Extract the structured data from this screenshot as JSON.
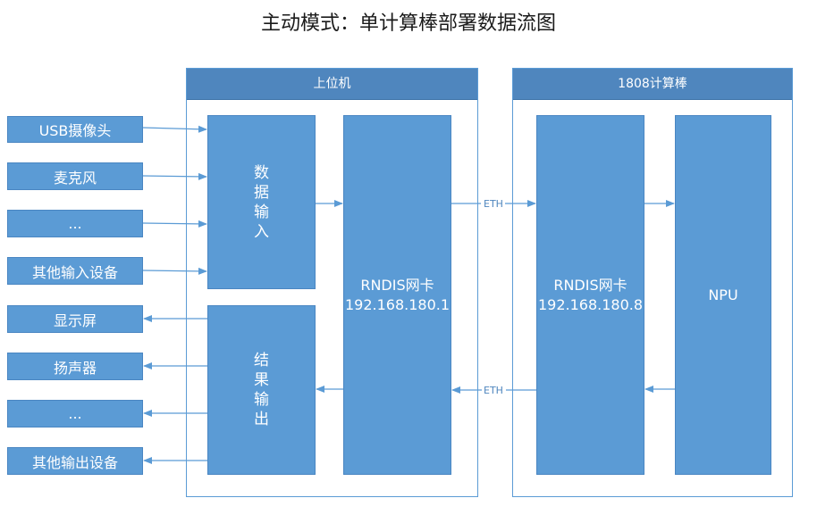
{
  "title": "主动模式：单计算棒部署数据流图",
  "host_panel": {
    "title": "上位机"
  },
  "stick_panel": {
    "title": "1808计算棒"
  },
  "inputs": [
    "USB摄像头",
    "麦克风",
    "...",
    "其他输入设备"
  ],
  "outputs": [
    "显示屏",
    "扬声器",
    "...",
    "其他输出设备"
  ],
  "data_input": [
    "数",
    "据",
    "输",
    "入"
  ],
  "result_output": [
    "结",
    "果",
    "输",
    "出"
  ],
  "host_nic": {
    "name": "RNDIS网卡",
    "ip": "192.168.180.1"
  },
  "stick_nic": {
    "name": "RNDIS网卡",
    "ip": "192.168.180.8"
  },
  "npu": {
    "label": "NPU"
  },
  "eth_labels": {
    "top": "ETH",
    "bottom": "ETH"
  },
  "colors": {
    "box": "#5b9bd5",
    "header": "#4f86be",
    "line": "#5b9bd5"
  }
}
